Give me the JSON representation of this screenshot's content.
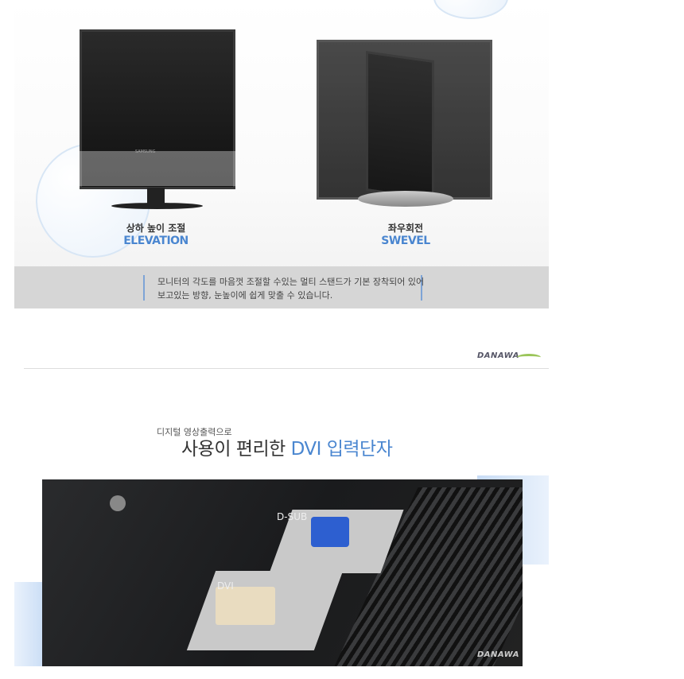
{
  "features": [
    {
      "title_ko": "상하 높이 조절",
      "title_en": "ELEVATION"
    },
    {
      "title_ko": "좌우회전",
      "title_en": "SWEVEL"
    }
  ],
  "description": [
    "모니터의 각도를 마음껏 조절할 수있는 멀티 스탠드가 기본 장착되어 있어",
    "보고있는 방향, 눈높이에 쉽게 맞출 수 있습니다."
  ],
  "logo": "DANAWA",
  "monitor_brand": "SAMSUNG",
  "heading": {
    "sub": "디지털 영상출력으로",
    "main": "사용이 편리한 ",
    "accent": "DVI 입력단자"
  },
  "ports": {
    "dsub": "D-SUB",
    "dvi": "DVI"
  },
  "colors": {
    "accent": "#4a86d0",
    "band": "#d6d6d6"
  }
}
